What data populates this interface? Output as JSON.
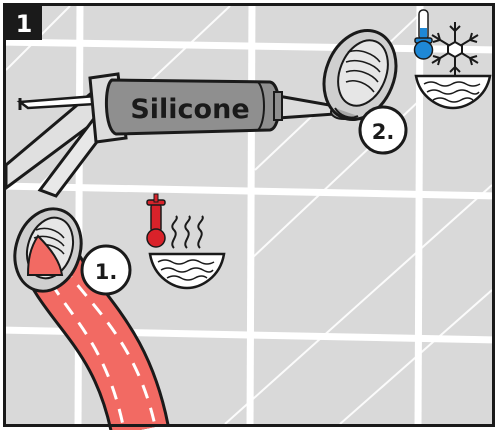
{
  "panel": {
    "step_number": "1"
  },
  "gun": {
    "label": "Silicone"
  },
  "steps": {
    "first": "1.",
    "second": "2."
  },
  "icons": {
    "hot": "thermometer-hot-icon",
    "cold": "thermometer-cold-icon",
    "hot_bowl": "steaming-water-bowl-icon",
    "cold_bowl": "cold-water-bowl-icon",
    "snowflake": "snowflake-icon"
  },
  "colors": {
    "wall": "#d9d9d9",
    "grout": "#ffffff",
    "outline": "#1a1a1a",
    "gun_body": "#8f8f8f",
    "hose": "#f26a63",
    "hot_red": "#d9222a",
    "cold_blue": "#1e88d6"
  }
}
